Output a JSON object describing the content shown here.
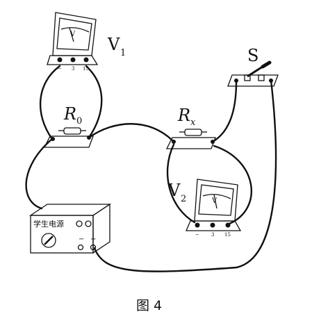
{
  "labels": {
    "v1": "V",
    "v1_sub": "1",
    "v2": "V",
    "v2_sub": "2",
    "r0": "R",
    "r0_sub": "0",
    "rx": "R",
    "rx_sub": "x",
    "switch": "S",
    "power_supply": "学生电源",
    "neg": "−",
    "pos": "+",
    "caption": "图 4"
  },
  "meter": {
    "unit": "V",
    "terminals": [
      "−",
      "3",
      "15"
    ]
  }
}
